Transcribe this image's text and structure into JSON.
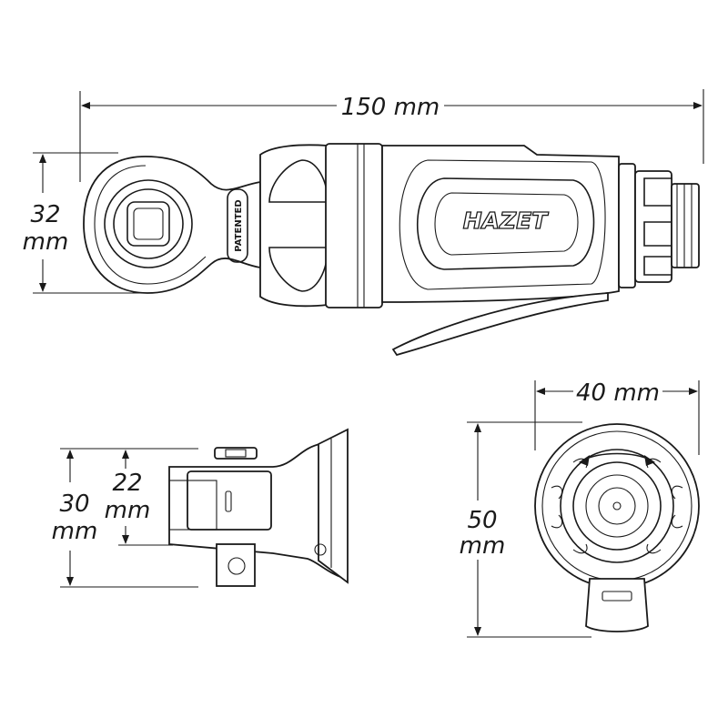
{
  "dimensions": {
    "length": "150 mm",
    "head_height_value": "32",
    "head_height_unit": "mm",
    "side_height_value": "30",
    "side_height_unit": "mm",
    "side_head_value": "22",
    "side_head_unit": "mm",
    "rear_width": "40 mm",
    "rear_height_value": "50",
    "rear_height_unit": "mm"
  },
  "markings": {
    "brand": "HAZET",
    "patented": "PATENTED"
  },
  "colors": {
    "line": "#1a1a1a",
    "background": "#ffffff"
  }
}
